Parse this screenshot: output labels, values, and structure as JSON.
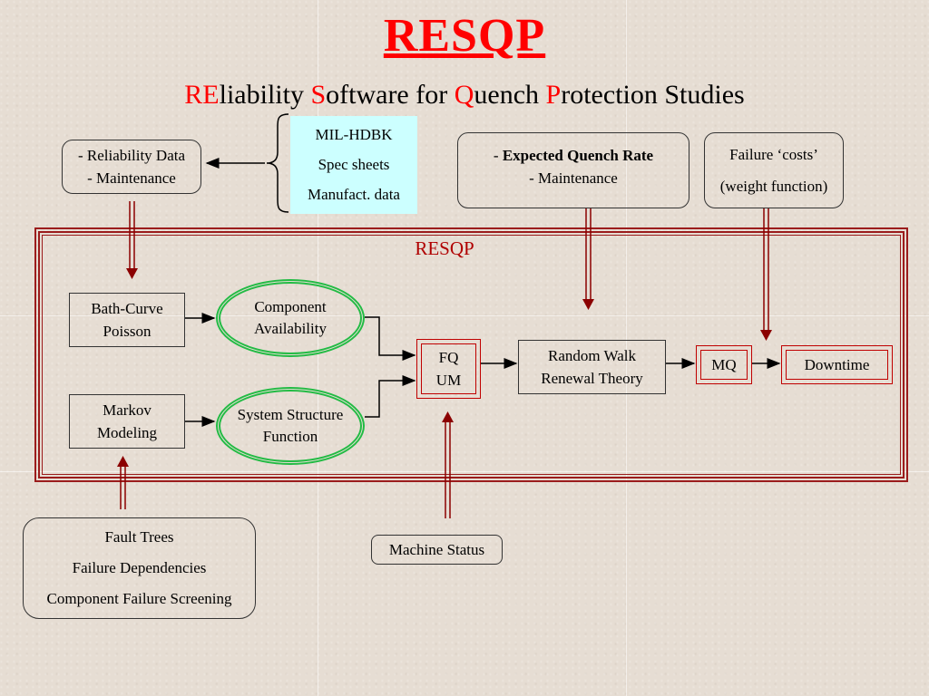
{
  "title": "RESQP",
  "subtitle": {
    "p1_red": "RE",
    "p1": "liability ",
    "p2_red": "S",
    "p2": "oftware for ",
    "p3_red": "Q",
    "p3": "uench ",
    "p4_red": "P",
    "p4": "rotection Studies"
  },
  "reliability_box": {
    "line1": "- Reliability Data",
    "line2": "- Maintenance"
  },
  "mil_box": {
    "line1": "MIL-HDBK",
    "line2": "Spec sheets",
    "line3": "Manufact. data"
  },
  "quench_box": {
    "prefix": "- ",
    "bold": "Expected Quench Rate",
    "line2": "- Maintenance"
  },
  "failure_box": {
    "line1": "Failure ‘costs’",
    "line2": "(weight function)"
  },
  "frame_label": "RESQP",
  "bath_box": {
    "line1": "Bath-Curve",
    "line2": "Poisson"
  },
  "markov_box": {
    "line1": "Markov",
    "line2": "Modeling"
  },
  "component_oval": {
    "line1": "Component",
    "line2": "Availability"
  },
  "system_oval": {
    "line1": "System Structure",
    "line2": "Function"
  },
  "fqum_box": {
    "line1": "FQ",
    "line2": "UM"
  },
  "random_box": {
    "line1": "Random Walk",
    "line2": "Renewal Theory"
  },
  "mq_box": {
    "label": "MQ"
  },
  "downtime_box": {
    "label": "Downtime"
  },
  "fault_box": {
    "line1": "Fault Trees",
    "line2": "Failure Dependencies",
    "line3": "Component Failure Screening"
  },
  "machine_box": {
    "label": "Machine Status"
  },
  "colors": {
    "title_red": "#ff0000",
    "frame_red": "#9b1c1c",
    "arrow_red": "#8b0000",
    "oval_green": "#22bb44",
    "mil_bg": "#ccffff"
  }
}
